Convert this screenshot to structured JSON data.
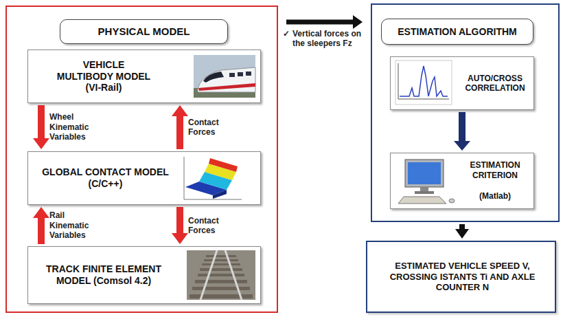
{
  "diagram": {
    "nodes": [
      {
        "text": [
          "PHYSICAL MODEL"
        ]
      },
      {
        "text": [
          "VEHICLE MULTIBODY MODEL (VI-Rail)"
        ],
        "in": 0
      },
      {
        "text": [
          "GLOBAL CONTACT MODEL (C/C++)"
        ],
        "in": 0
      },
      {
        "text": [
          "TRACK FINITE ELEMENT MODEL (Comsol 4.2)"
        ],
        "in": 0
      },
      {
        "text": [
          "ESTIMATION ALGORITHM"
        ]
      },
      {
        "text": [
          "AUTO/CROSS CORRELATION"
        ],
        "in": 4
      },
      {
        "text": [
          "ESTIMATION CRITERION",
          "(Matlab)"
        ],
        "in": 4
      },
      {
        "text": [
          "ESTIMATED VEHICLE SPEED V, CROSSING ISTANTS Ti AND AXLE COUNTER N"
        ]
      }
    ],
    "edges": [
      {
        "from": 1,
        "to": 2,
        "arrow": "to",
        "label": "Wheel Kinematic Variables"
      },
      {
        "from": 2,
        "to": 1,
        "arrow": "to",
        "label": "Contact Forces"
      },
      {
        "from": 3,
        "to": 2,
        "arrow": "to",
        "label": "Rail Kinematic Variables"
      },
      {
        "from": 2,
        "to": 3,
        "arrow": "to",
        "label": "Contact Forces"
      },
      {
        "from": 0,
        "to": 4,
        "arrow": "to",
        "label": "Vertical forces on the sleepers Fz"
      },
      {
        "from": 5,
        "to": 6,
        "arrow": "to"
      },
      {
        "from": 4,
        "to": 7,
        "arrow": "to"
      }
    ],
    "labels": [
      "✓"
    ]
  }
}
